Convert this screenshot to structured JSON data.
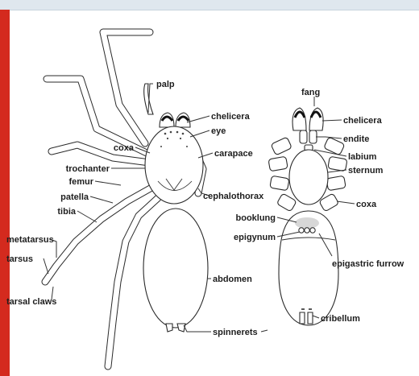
{
  "colors": {
    "accent_bar": "#d42a1e",
    "top_strip": "#dfe7ee"
  },
  "labels": {
    "palp": "palp",
    "chelicera_left": "chelicera",
    "eye": "eye",
    "carapace": "carapace",
    "coxa_left": "coxa",
    "trochanter": "trochanter",
    "femur": "femur",
    "patella": "patella",
    "tibia": "tibia",
    "metatarsus": "metatarsus",
    "tarsus": "tarsus",
    "tarsal_claws": "tarsal claws",
    "cephalothorax": "cephalothorax",
    "abdomen": "abdomen",
    "spinnerets": "spinnerets",
    "fang": "fang",
    "chelicera_right": "chelicera",
    "endite": "endite",
    "labium": "labium",
    "sternum": "sternum",
    "coxa_right": "coxa",
    "booklung": "booklung",
    "epigynum": "epigynum",
    "epigastric_furrow": "epigastric furrow",
    "cribellum": "cribellum"
  }
}
